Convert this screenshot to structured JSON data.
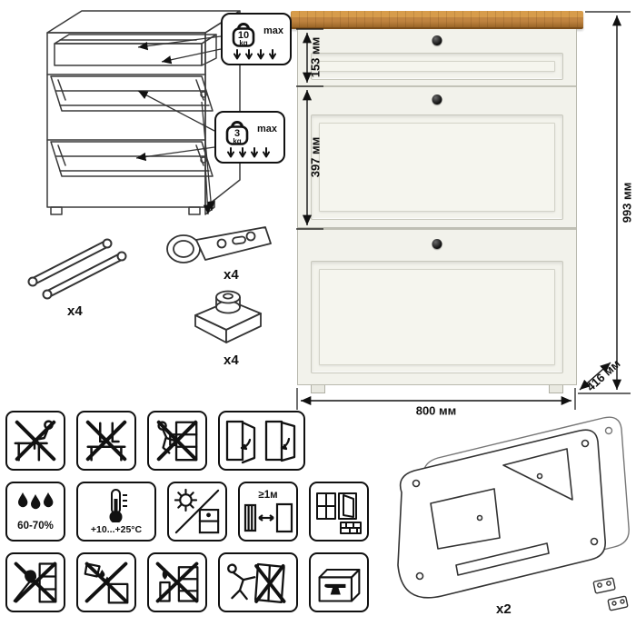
{
  "callouts": {
    "drawer_limit": {
      "value": "10",
      "unit": "kg",
      "max_label": "max"
    },
    "flap_limit": {
      "value": "3",
      "unit": "kg",
      "max_label": "max"
    }
  },
  "hardware": {
    "lid_stay": {
      "qty": "x4"
    },
    "hinge": {
      "qty": "x4"
    },
    "foot": {
      "qty": "x4"
    },
    "flap_frame": {
      "qty": "x2"
    }
  },
  "dimensions": {
    "drawer_front_height": "153 мм",
    "flap_front_height": "397 мм",
    "total_height": "993 мм",
    "width": "800 мм",
    "depth": "416 мм"
  },
  "care": {
    "humidity": "60-70%",
    "temperature": "+10...+25°C",
    "heater_distance": "≥1м"
  },
  "colors": {
    "worktop_wood": "#c08440",
    "body": "#f2f2eb",
    "line_art": "#111111"
  },
  "warning_icons": [
    "no-sitting-icon",
    "no-standing-icon",
    "no-climbing-icon",
    "door-opening-icon",
    "humidity-icon",
    "temperature-icon",
    "no-direct-sunlight-icon",
    "heater-distance-icon",
    "ventilation-icon",
    "no-impact-icon",
    "no-liquids-icon",
    "no-open-flame-icon",
    "no-pushing-icon",
    "max-load-icon"
  ]
}
